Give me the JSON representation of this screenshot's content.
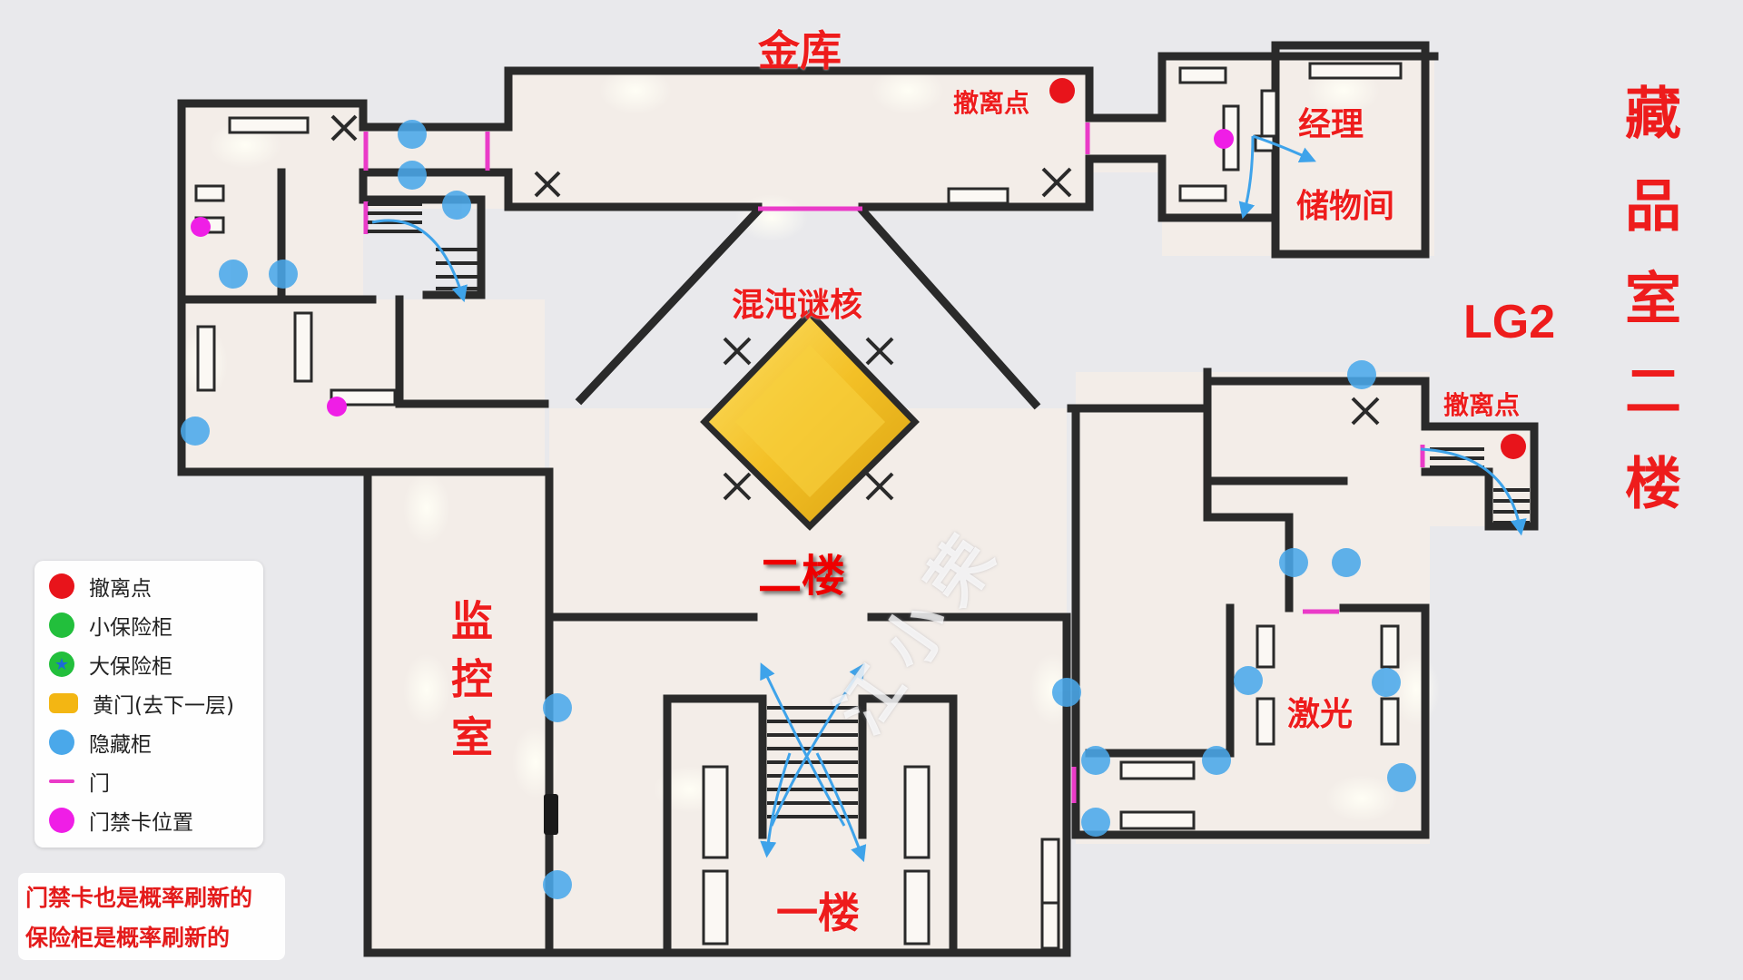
{
  "title_side": "藏品室二楼",
  "map_code": "LG2",
  "rooms": {
    "vault": "金库",
    "manager_storage_1": "经理",
    "manager_storage_2": "储物间",
    "chaos_core": "混沌谜核",
    "second_floor": "二楼",
    "monitor_room": "监控室",
    "laser": "激光",
    "first_floor": "一楼"
  },
  "extract_labels": {
    "vault_extract": "撤离点",
    "right_extract": "撤离点"
  },
  "watermark": "江小荣",
  "legend": {
    "items": [
      {
        "label": "撤离点",
        "color": "#e8141b",
        "shape": "circle-red"
      },
      {
        "label": "小保险柜",
        "color": "#22bf3c",
        "shape": "circle-green"
      },
      {
        "label": "大保险柜",
        "color": "#22bf3c",
        "shape": "circle-green-star"
      },
      {
        "label": "黄门(去下一层)",
        "color": "#f3b613",
        "shape": "rounded-rect-yellow"
      },
      {
        "label": "隐藏柜",
        "color": "#4aa8ea",
        "shape": "circle-blue"
      },
      {
        "label": "门",
        "color": "#ea3bc8",
        "shape": "line-pink"
      },
      {
        "label": "门禁卡位置",
        "color": "#ef1ee6",
        "shape": "circle-magenta"
      }
    ]
  },
  "notes": {
    "line1": "门禁卡也是概率刷新的",
    "line2": "保险柜是概率刷新的"
  },
  "colors": {
    "wall": "#2a2a2a",
    "floor": "#f3ede8",
    "door": "#ea3bc8",
    "hidden": "#4aa8ea",
    "keycard": "#ef1ee6",
    "extract": "#e8141b",
    "yellow_door": "#f3c026",
    "label": "#ee1c1c"
  }
}
